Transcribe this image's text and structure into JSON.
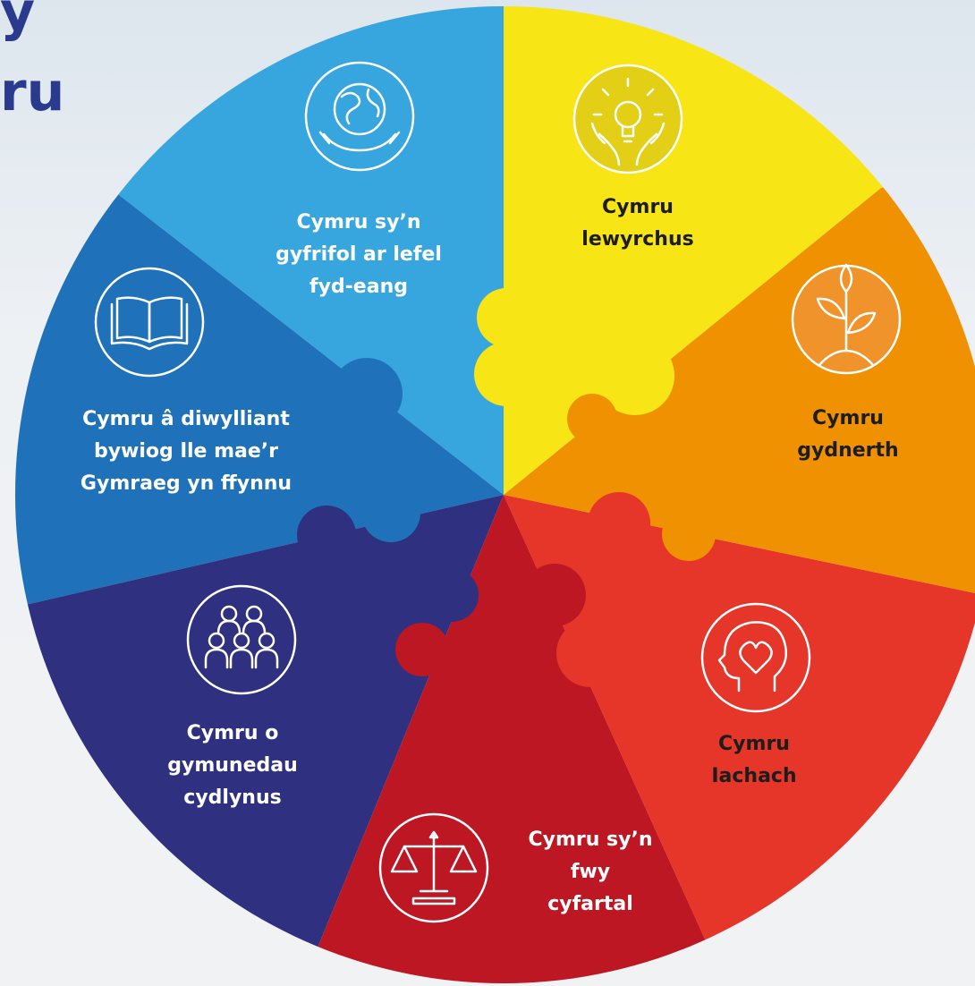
{
  "heading": {
    "line1": "y",
    "line2": "ru"
  },
  "colors": {
    "light_blue": "#38a6de",
    "yellow": "#f8e516",
    "orange": "#ef9100",
    "red": "#e53629",
    "dark_red": "#bc1723",
    "navy": "#2f3080",
    "blue": "#1f72b9",
    "text_dark": "#1d1d1b",
    "text_light": "#ffffff"
  },
  "segments": [
    {
      "id": "global",
      "lines": [
        "Cymru sy’n",
        "gyfrifol ar lefel",
        "fyd-eang"
      ],
      "icon": "globe-in-hand-icon"
    },
    {
      "id": "prosperous",
      "lines": [
        "Cymru",
        "lewyrchus"
      ],
      "icon": "lightbulb-hands-icon"
    },
    {
      "id": "resilient",
      "lines": [
        "Cymru",
        "gydnerth"
      ],
      "icon": "plant-sprout-icon"
    },
    {
      "id": "healthier",
      "lines": [
        "Cymru",
        "Iachach"
      ],
      "icon": "head-heart-icon"
    },
    {
      "id": "equal",
      "lines": [
        "Cymru sy’n",
        "fwy",
        "cyfartal"
      ],
      "icon": "balance-scales-icon"
    },
    {
      "id": "communities",
      "lines": [
        "Cymru o",
        "gymunedau",
        "cydlynus"
      ],
      "icon": "people-group-icon"
    },
    {
      "id": "culture",
      "lines": [
        "Cymru â diwylliant",
        "bywiog lle mae’r",
        "Gymraeg yn ffynnu"
      ],
      "icon": "open-book-icon"
    }
  ]
}
